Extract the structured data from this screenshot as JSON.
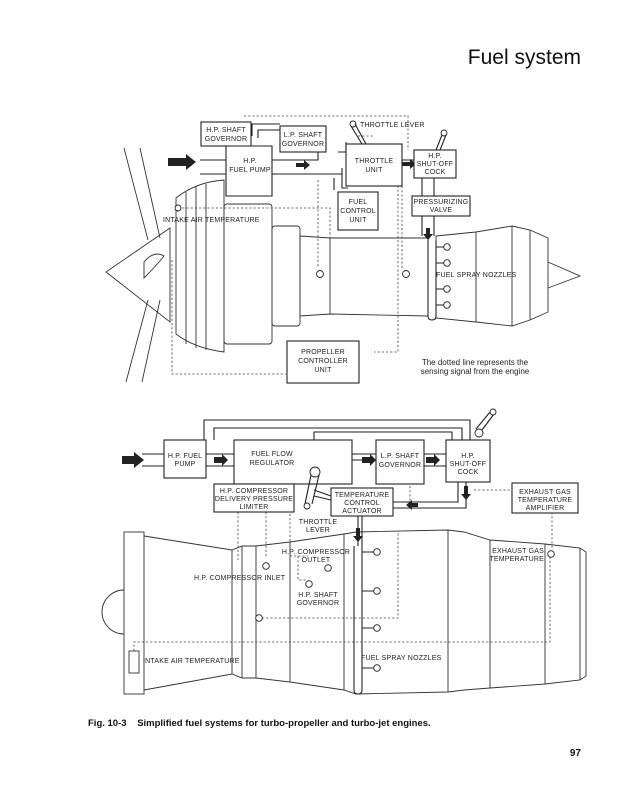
{
  "page": {
    "header_title": "Fuel system",
    "caption_number": "Fig. 10-3",
    "caption_text": "Simplified fuel systems for turbo-propeller and turbo-jet engines.",
    "page_number": "97"
  },
  "turboprop_diagram": {
    "components": {
      "hp_shaft_governor": [
        "H.P. SHAFT",
        "GOVERNOR"
      ],
      "lp_shaft_governor": [
        "L.P. SHAFT",
        "GOVERNOR"
      ],
      "hp_fuel_pump": [
        "H.P.",
        "FUEL PUMP"
      ],
      "throttle_unit": [
        "THROTTLE",
        "UNIT"
      ],
      "hp_shut_off_cock": [
        "H.P.",
        "SHUT-OFF",
        "COCK"
      ],
      "fuel_control_unit": [
        "FUEL",
        "CONTROL",
        "UNIT"
      ],
      "pressurizing_valve": [
        "PRESSURIZING",
        "VALVE"
      ],
      "propeller_controller_unit": [
        "PROPELLER",
        "CONTROLLER",
        "UNIT"
      ]
    },
    "labels": {
      "throttle_lever": "THROTTLE LEVER",
      "intake_air_temperature": "INTAKE AIR TEMPERATURE",
      "fuel_spray_nozzles": "FUEL SPRAY NOZZLES"
    },
    "note": [
      "The dotted line represents the",
      "sensing signal from the engine"
    ]
  },
  "turbojet_diagram": {
    "components": {
      "hp_fuel_pump": [
        "H.P. FUEL",
        "PUMP"
      ],
      "fuel_flow_regulator": [
        "FUEL FLOW",
        "REGULATOR"
      ],
      "lp_shaft_governor": [
        "L.P. SHAFT",
        "GOVERNOR"
      ],
      "hp_shut_off_cock": [
        "H.P.",
        "SHUT-OFF",
        "COCK"
      ],
      "hp_compressor_delivery_pressure_limiter": [
        "H.P. COMPRESSOR",
        "DELIVERY PRESSURE",
        "LIMITER"
      ],
      "temperature_control_actuator": [
        "TEMPERATURE",
        "CONTROL",
        "ACTUATOR"
      ],
      "exhaust_gas_temperature_amplifier": [
        "EXHAUST GAS",
        "TEMPERATURE",
        "AMPLIFIER"
      ]
    },
    "labels": {
      "throttle_lever": [
        "THROTTLE",
        "LEVER"
      ],
      "hp_compressor_outlet": [
        "H.P. COMPRESSOR",
        "OUTLET"
      ],
      "hp_compressor_inlet": "H.P. COMPRESSOR INLET",
      "hp_shaft_governor": [
        "H.P. SHAFT",
        "GOVERNOR"
      ],
      "exhaust_gas_temperature": [
        "EXHAUST GAS",
        "TEMPERATURE"
      ],
      "intake_air_temperature": "INTAKE AIR TEMPERATURE",
      "fuel_spray_nozzles": "FUEL SPRAY NOZZLES"
    }
  }
}
